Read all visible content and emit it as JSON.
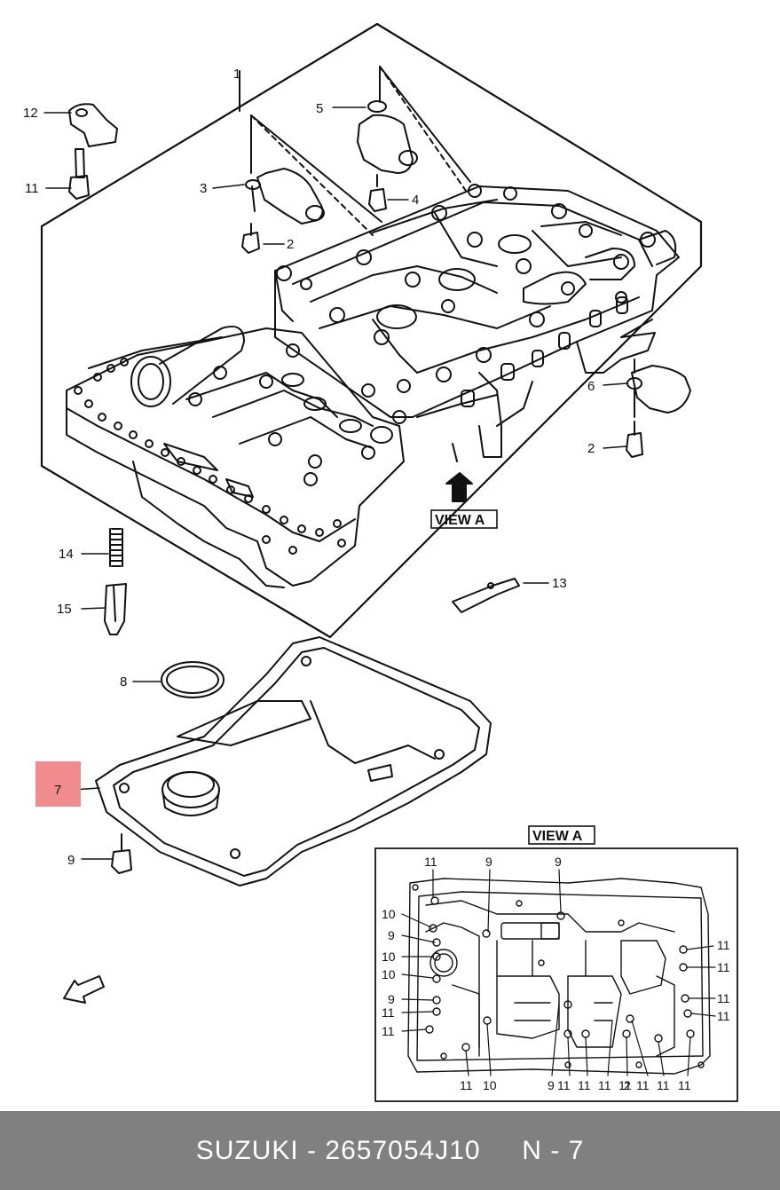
{
  "diagram": {
    "callouts": {
      "c1": "1",
      "c2a": "2",
      "c2b": "2",
      "c3": "3",
      "c4": "4",
      "c5": "5",
      "c6": "6",
      "c7": "7",
      "c8": "8",
      "c9": "9",
      "c11": "11",
      "c12": "12",
      "c13": "13",
      "c14": "14",
      "c15": "15"
    },
    "view_label_main": "VIEW A",
    "view_label_inset": "VIEW A",
    "highlight_color": "#f08b8e",
    "inset": {
      "top": [
        "11",
        "9",
        "9"
      ],
      "left": [
        "10",
        "9",
        "10",
        "10",
        "9",
        "11",
        "11"
      ],
      "right": [
        "11",
        "11",
        "11",
        "11"
      ],
      "bottom": [
        "11",
        "10",
        "9",
        "11",
        "11",
        "11",
        "11",
        "2",
        "11",
        "11",
        "11"
      ]
    }
  },
  "footer": {
    "brand": "SUZUKI",
    "separator": " - ",
    "part_number": "2657054J10",
    "page": "N - 7",
    "bg_color": "#808080"
  }
}
